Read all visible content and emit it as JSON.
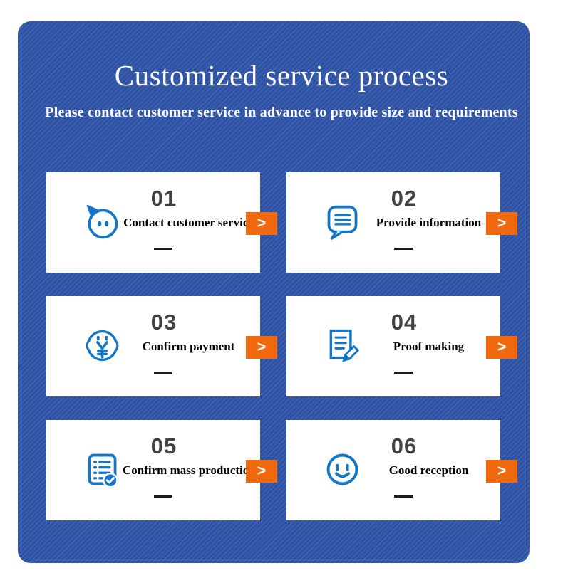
{
  "header": {
    "title": "Customized service process",
    "subtitle": "Please contact customer service in advance to provide size and requirements"
  },
  "colors": {
    "panel_blue": "#2e53a6",
    "stripe_light": "#3f66b6",
    "card_white": "#ffffff",
    "accent_orange": "#f1690f",
    "icon_blue": "#1476c6",
    "number_gray": "#424242",
    "label_black": "#000000",
    "header_text_white": "#ffffff"
  },
  "steps": [
    {
      "number": "01",
      "label": "Contact customer service",
      "icon": "chat-smiley-icon",
      "arrow_label": ">"
    },
    {
      "number": "02",
      "label": "Provide information",
      "icon": "speech-bubble-lines-icon",
      "arrow_label": ">"
    },
    {
      "number": "03",
      "label": "Confirm payment",
      "icon": "yen-coin-icon",
      "arrow_label": ">"
    },
    {
      "number": "04",
      "label": "Proof making",
      "icon": "document-pencil-icon",
      "arrow_label": ">"
    },
    {
      "number": "05",
      "label": "Confirm mass production",
      "icon": "checklist-check-icon",
      "arrow_label": ">"
    },
    {
      "number": "06",
      "label": "Good reception",
      "icon": "smiley-face-icon",
      "arrow_label": ">"
    }
  ]
}
